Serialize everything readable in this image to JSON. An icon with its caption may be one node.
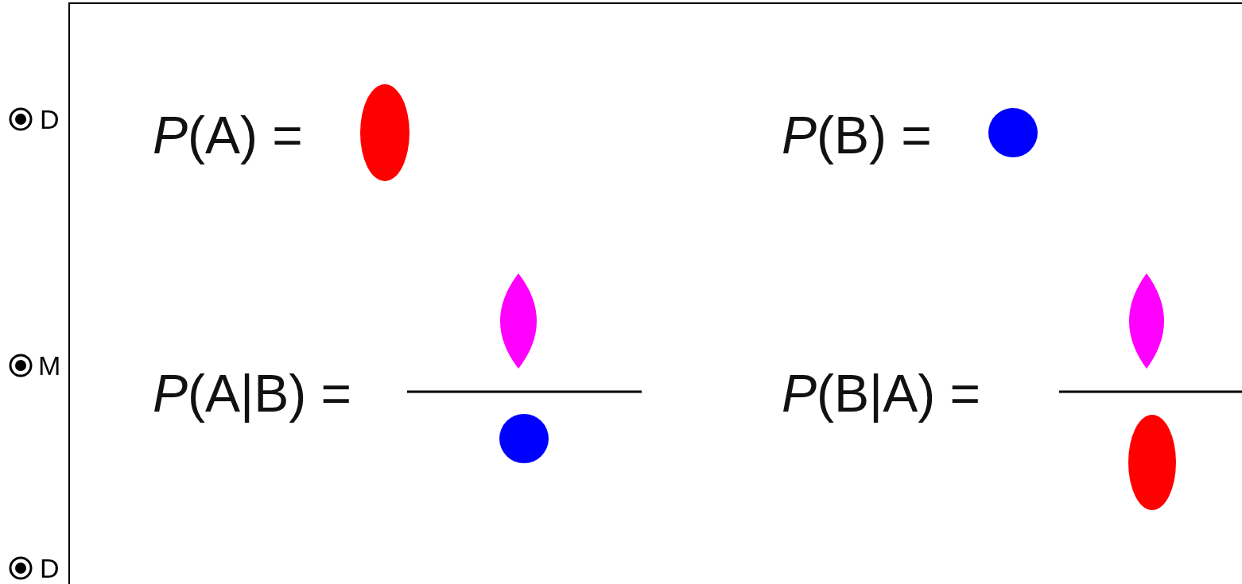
{
  "diagram": {
    "nodes": [
      {
        "text": [],
        "shape": "ellipse"
      },
      {
        "text": [],
        "shape": "circle"
      },
      {
        "text": [],
        "shape": "lens"
      },
      {
        "text": [],
        "shape": "lens"
      },
      {
        "text": [],
        "shape": "circle"
      },
      {
        "text": [],
        "shape": "ellipse"
      }
    ],
    "labels": [
      "D",
      "*P*(A) =",
      "*P*(B) =",
      "M",
      "*P*(A|B) =",
      "*P*(B|A) =",
      "D"
    ]
  }
}
